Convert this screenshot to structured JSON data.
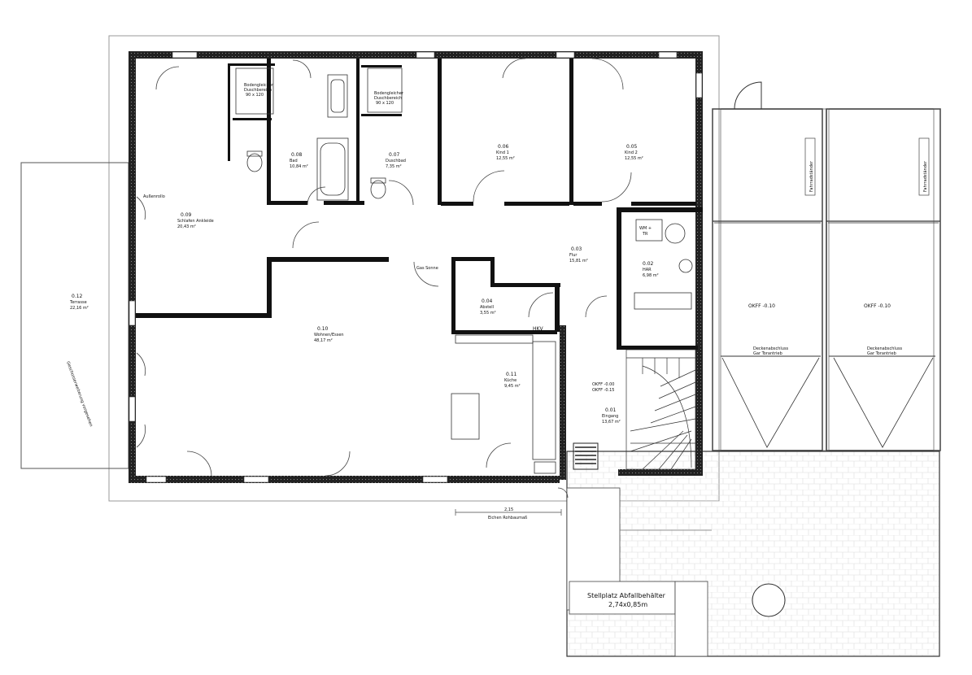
{
  "rooms": {
    "wohnkueche": {
      "number": "0.10",
      "name": "Wohnen/Essen",
      "area": "48,17 m²"
    },
    "schlafen": {
      "number": "0.09",
      "name": "Schlafen Ankleide",
      "area": "20,43 m²"
    },
    "bad": {
      "number": "0.08",
      "name": "Bad",
      "area": "10,84 m²"
    },
    "duschbad": {
      "number": "0.07",
      "name": "Duschbad",
      "area": "7,35 m²"
    },
    "kind1": {
      "number": "0.06",
      "name": "Kind 1",
      "area": "12,55 m²"
    },
    "kind2": {
      "number": "0.05",
      "name": "Kind 2",
      "area": "12,55 m²"
    },
    "flur": {
      "number": "0.03",
      "name": "Flur",
      "area": "15,81 m²"
    },
    "hwr": {
      "number": "0.02",
      "name": "HAR",
      "area": "6,98 m²"
    },
    "abstell": {
      "number": "0.04",
      "name": "Abstell",
      "area": "3,55 m²"
    },
    "kueche": {
      "number": "0.11",
      "name": "Küche",
      "area": "9,45 m²"
    },
    "eingang": {
      "number": "0.01",
      "name": "Eingang",
      "area": "13,67 m²"
    },
    "terrasse": {
      "number": "0.12",
      "name": "Terrasse",
      "area": "22,16 m²"
    }
  },
  "notes": {
    "dusch1": [
      "Bodengleicher",
      "Duschbereich",
      "90 x 120"
    ],
    "dusch2": [
      "Bodengleicher",
      "Duschbereich",
      "90 x 120"
    ],
    "aussenrollo": "Außenrollo",
    "hkv": "HKV",
    "wm_tr": [
      "WM +",
      "TR"
    ],
    "gas": "Gas Sonne",
    "okff_left": "OKFF -0.10",
    "okff_right": "OKFF -0.10",
    "eingang_okff": [
      "OKFF -0.00",
      "OKFF -0.15"
    ],
    "garage_note_left": [
      "Deckenabschluss",
      "Gar Torantrieb"
    ],
    "garage_note_right": [
      "Deckenabschluss",
      "Gar Torantrieb"
    ],
    "fahrradstaender_left": "Fahrradständer",
    "fahrradstaender_right": "Fahrradständer",
    "stellplatz": [
      "Stellplatz Abfallbehälter",
      "2,74x0,85m"
    ],
    "dimension": [
      "2,15",
      "Eichen Rohbaumaß"
    ],
    "terrasse_vert": "Geschosserweiterung vorgesehen"
  },
  "colors": {
    "wall": "#111111",
    "line": "#333333",
    "thin": "#777777",
    "paper": "#ffffff"
  }
}
